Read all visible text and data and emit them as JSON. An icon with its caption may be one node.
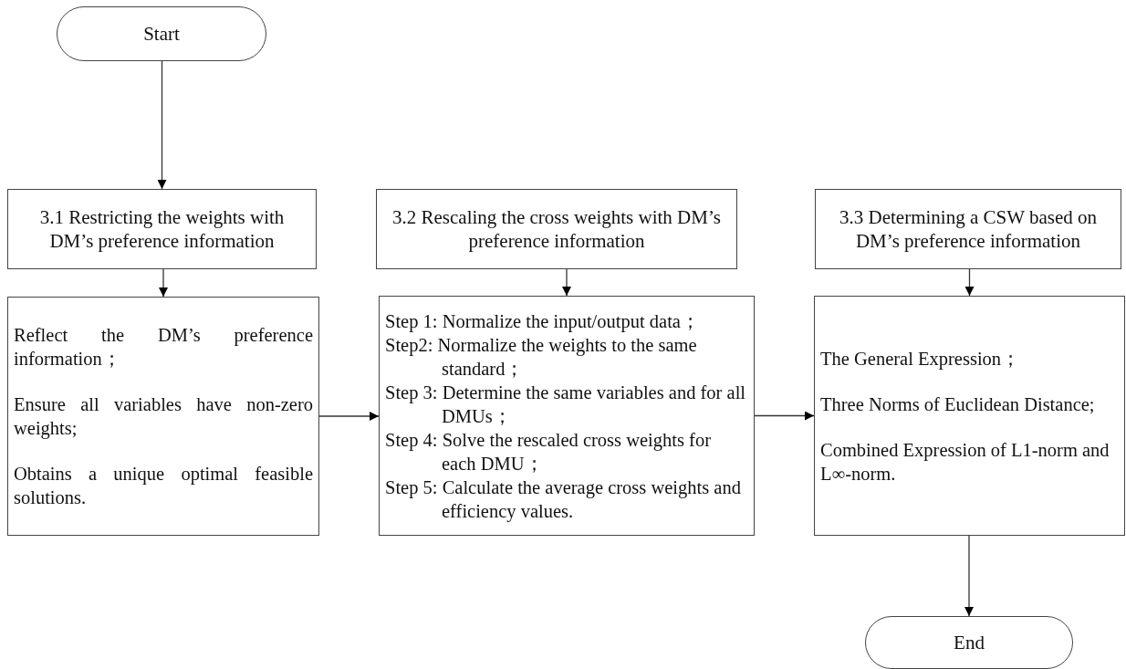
{
  "diagram": {
    "nodes": [
      {
        "text": [
          "Start"
        ]
      },
      {
        "text": [
          "3.1 Restricting the weights with DM’s preference information"
        ]
      },
      {
        "text": [
          "3.2 Rescaling the cross weights with DM’s preference information"
        ]
      },
      {
        "text": [
          "3.3 Determining a CSW based on DM’s preference information"
        ]
      },
      {
        "text": [
          "Reflect the DM’s preference information；",
          "Ensure all variables have non-zero weights;",
          "Obtains a unique optimal feasible solutions."
        ]
      },
      {
        "text": [
          "Step 1: Normalize the input/output data；",
          "Step2: Normalize the weights to the same standard；",
          "Step 3: Determine the same variables and for all DMUs；",
          "Step 4: Solve the rescaled cross weights for each DMU；",
          "Step 5: Calculate the average cross weights and efficiency values."
        ]
      },
      {
        "text": [
          "The General Expression；",
          "Three Norms of Euclidean Distance;",
          "Combined Expression of L1-norm and L∞-norm."
        ]
      },
      {
        "text": [
          "End"
        ]
      }
    ],
    "edges": [
      {
        "from": 0,
        "to": 1,
        "arrow": "to"
      },
      {
        "from": 1,
        "to": 4,
        "arrow": "to"
      },
      {
        "from": 2,
        "to": 5,
        "arrow": "to"
      },
      {
        "from": 3,
        "to": 6,
        "arrow": "to"
      },
      {
        "from": 4,
        "to": 5,
        "arrow": "to"
      },
      {
        "from": 5,
        "to": 6,
        "arrow": "to"
      },
      {
        "from": 6,
        "to": 7,
        "arrow": "to"
      }
    ]
  }
}
